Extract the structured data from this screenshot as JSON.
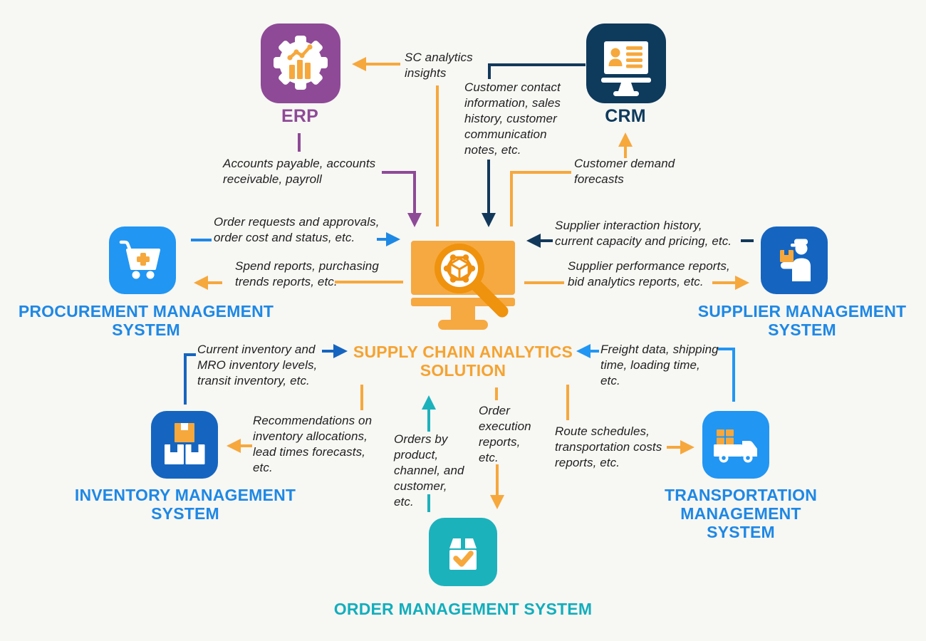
{
  "center": {
    "label": "SUPPLY CHAIN ANALYTICS\nSOLUTION",
    "icon": "monitor-magnifier-network-icon",
    "color": "#F5A331"
  },
  "systems": {
    "erp": {
      "label": "ERP",
      "icon": "gear-analytics-icon",
      "color": "#8E4A96",
      "label_color": "#8E4A96"
    },
    "crm": {
      "label": "CRM",
      "icon": "monitor-contact-icon",
      "color": "#0E3A5C",
      "label_color": "#0E3A5C"
    },
    "procurement": {
      "label": "PROCUREMENT MANAGEMENT\nSYSTEM",
      "icon": "shopping-cart-plus-icon",
      "color": "#2196F3",
      "label_color": "#1E88E5"
    },
    "supplier": {
      "label": "SUPPLIER MANAGEMENT\nSYSTEM",
      "icon": "person-holding-box-icon",
      "color": "#1565C0",
      "label_color": "#1E88E5"
    },
    "inventory": {
      "label": "INVENTORY MANAGEMENT\nSYSTEM",
      "icon": "stacked-boxes-icon",
      "color": "#1565C0",
      "label_color": "#1E88E5"
    },
    "transportation": {
      "label": "TRANSPORTATION MANAGEMENT\nSYSTEM",
      "icon": "delivery-truck-icon",
      "color": "#2196F3",
      "label_color": "#1E88E5"
    },
    "order": {
      "label": "ORDER MANAGEMENT SYSTEM",
      "icon": "package-check-icon",
      "color": "#1CB2BC",
      "label_color": "#13AEBC"
    }
  },
  "flows": {
    "sc_insights": {
      "text": "SC analytics\ninsights",
      "from": "solution",
      "to": "erp",
      "color": "#F6A83C"
    },
    "accounts": {
      "text": "Accounts payable, accounts\nreceivable, payroll",
      "from": "erp",
      "to": "solution",
      "color": "#8E4A96"
    },
    "customer_contact": {
      "text": "Customer contact\ninformation, sales\nhistory, customer\ncommunication\nnotes, etc.",
      "from": "crm",
      "to": "solution",
      "color": "#12395B"
    },
    "customer_demand": {
      "text": "Customer demand\nforecasts",
      "from": "solution",
      "to": "crm",
      "color": "#F6A83C"
    },
    "order_requests": {
      "text": "Order requests and approvals,\norder cost and status, etc.",
      "from": "procurement",
      "to": "solution",
      "color": "#1E88E5"
    },
    "spend_reports": {
      "text": "Spend reports, purchasing\ntrends reports, etc.",
      "from": "solution",
      "to": "procurement",
      "color": "#F6A83C"
    },
    "supplier_interaction": {
      "text": "Supplier interaction history,\ncurrent capacity and pricing, etc.",
      "from": "supplier",
      "to": "solution",
      "color": "#12395B"
    },
    "supplier_performance": {
      "text": "Supplier performance reports,\nbid analytics reports, etc.",
      "from": "solution",
      "to": "supplier",
      "color": "#F6A83C"
    },
    "current_inventory": {
      "text": "Current inventory and\nMRO inventory levels,\ntransit inventory, etc.",
      "from": "inventory",
      "to": "solution",
      "color": "#1565C0"
    },
    "recommendations": {
      "text": "Recommendations on\ninventory allocations,\nlead times forecasts,\netc.",
      "from": "solution",
      "to": "inventory",
      "color": "#F6A83C"
    },
    "orders_by": {
      "text": "Orders by\nproduct,\nchannel, and\ncustomer,\netc.",
      "from": "order",
      "to": "solution",
      "color": "#1CB2BC"
    },
    "order_execution": {
      "text": "Order\nexecution\nreports,\netc.",
      "from": "solution",
      "to": "order",
      "color": "#F6A83C"
    },
    "freight": {
      "text": "Freight data, shipping\ntime, loading time,\netc.",
      "from": "transportation",
      "to": "solution",
      "color": "#2196F3"
    },
    "route_schedules": {
      "text": "Route schedules,\ntransportation costs\nreports, etc.",
      "from": "solution",
      "to": "transportation",
      "color": "#F6A83C"
    }
  },
  "colors": {
    "background": "#F7F7F4",
    "orange": "#F6A83C",
    "orange_dark": "#EF920D",
    "purple": "#8E4A96",
    "navy": "#12395B",
    "blue": "#1E88E5",
    "blue_bright": "#2196F3",
    "blue_dark": "#1565C0",
    "teal": "#1CB2BC",
    "annotation_text": "#1F1F1F"
  }
}
